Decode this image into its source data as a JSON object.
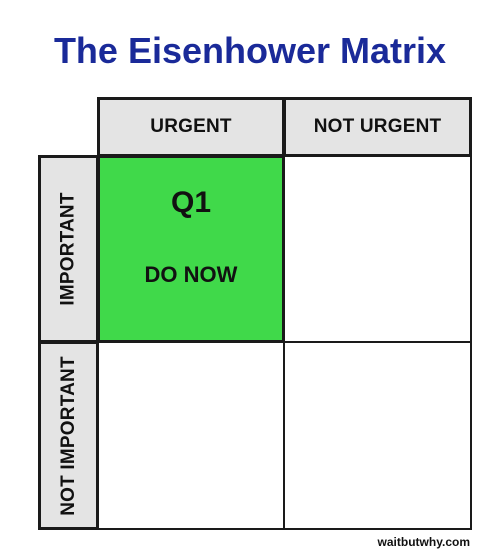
{
  "title": "The Eisenhower Matrix",
  "columns": [
    "URGENT",
    "NOT URGENT"
  ],
  "rows": [
    "IMPORTANT",
    "NOT IMPORTANT"
  ],
  "quadrants": {
    "q1": {
      "code": "Q1",
      "action": "DO NOW",
      "color": "#40d94a"
    },
    "q2": {},
    "q3": {},
    "q4": {}
  },
  "credit": "waitbutwhy.com",
  "colors": {
    "title": "#1a2a99",
    "header_bg": "#e4e4e4",
    "q1_fill": "#40d94a"
  }
}
